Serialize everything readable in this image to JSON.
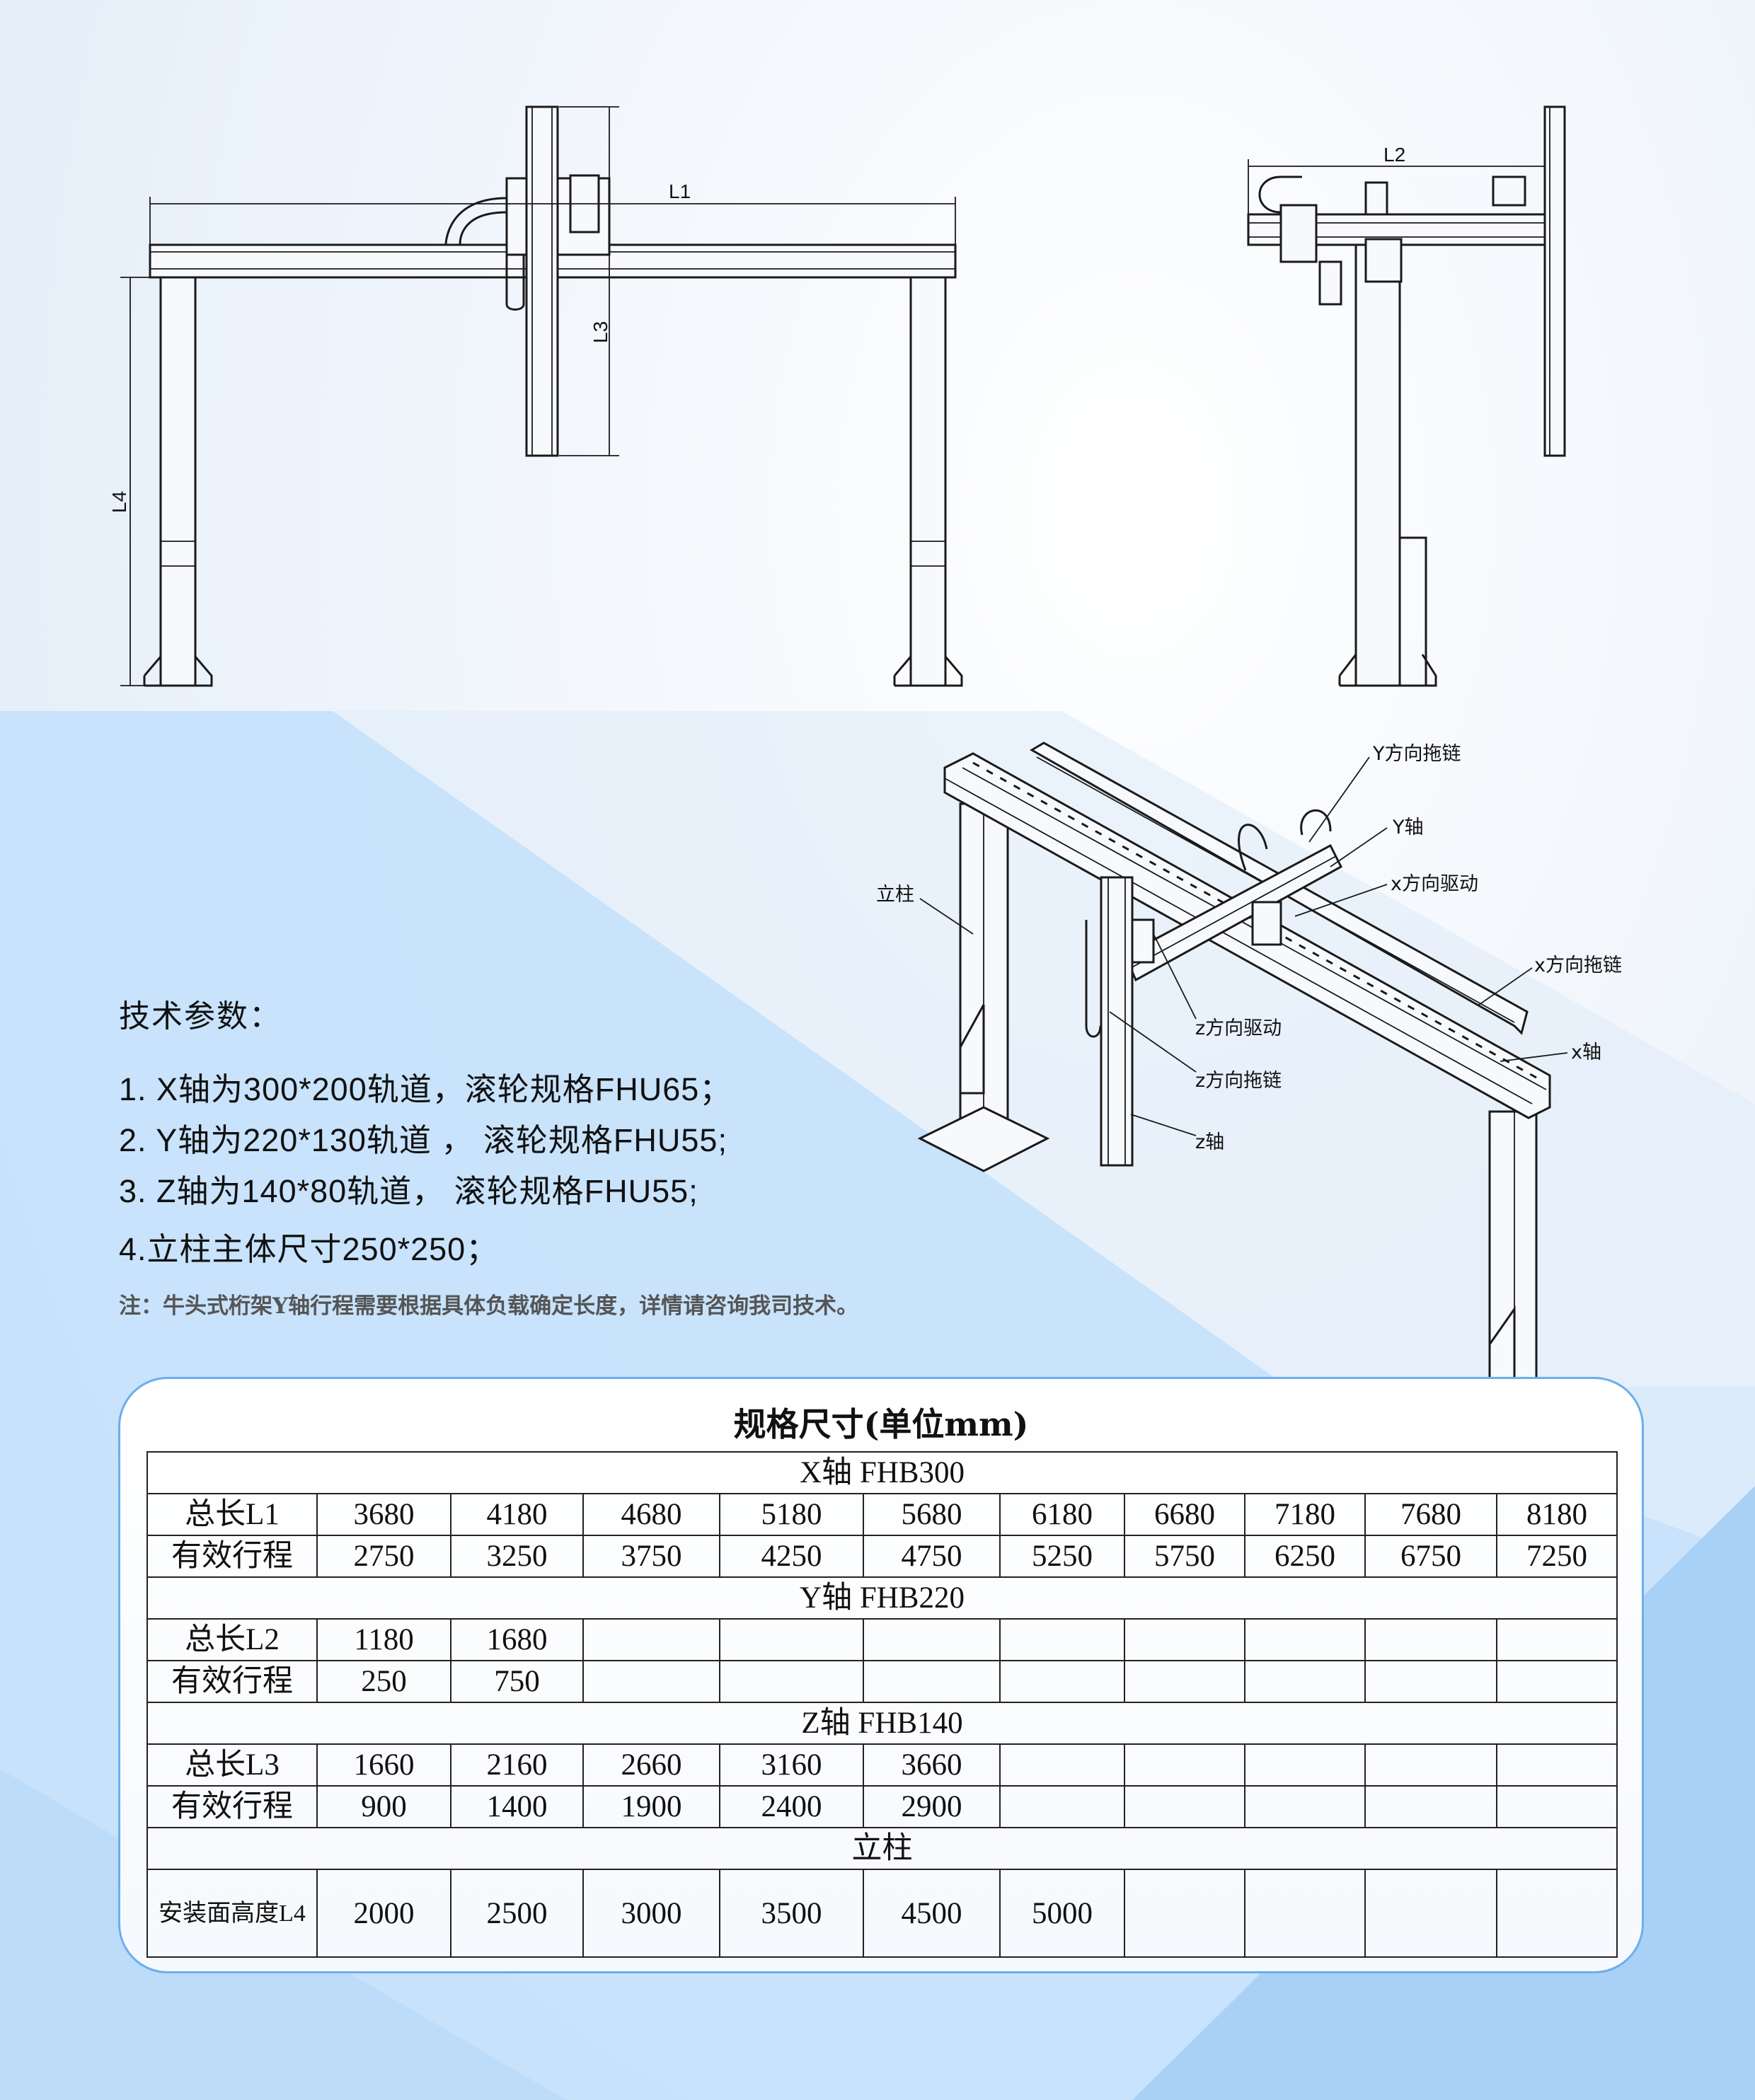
{
  "colors": {
    "accent_border": "#6aaef0",
    "bg_light": "#eef4fb",
    "bg_blue": "#c4e0fb",
    "bg_deep": "#a9d1f6"
  },
  "drawings": {
    "front_view": {
      "dim_L1": "L1",
      "dim_L3": "L3",
      "dim_L4": "L4"
    },
    "side_view": {
      "dim_L2": "L2"
    },
    "iso_view": {
      "callouts": {
        "y_drag_chain": "Y方向拖链",
        "y_axis": "Y轴",
        "x_drive": "x方向驱动",
        "x_drag_chain": "x方向拖链",
        "x_axis": "x轴",
        "z_drive": "z方向驱动",
        "z_drag_chain": "z方向拖链",
        "z_axis": "z轴",
        "column": "立柱"
      }
    }
  },
  "specs": {
    "title": "技术参数：",
    "items": [
      "1. X轴为300*200轨道，滚轮规格FHU65；",
      "2. Y轴为220*130轨道 ， 滚轮规格FHU55;",
      "3. Z轴为140*80轨道， 滚轮规格FHU55;",
      "4.立柱主体尺寸250*250；"
    ],
    "note": "注：牛头式桁架Y轴行程需要根据具体负载确定长度，详情请咨询我司技术。"
  },
  "table": {
    "title": "规格尺寸(单位mm)",
    "sections": [
      {
        "header": "X轴 FHB300",
        "rows": [
          {
            "label": "总长L1",
            "values": [
              "3680",
              "4180",
              "4680",
              "5180",
              "5680",
              "6180",
              "6680",
              "7180",
              "7680",
              "8180"
            ]
          },
          {
            "label": "有效行程",
            "values": [
              "2750",
              "3250",
              "3750",
              "4250",
              "4750",
              "5250",
              "5750",
              "6250",
              "6750",
              "7250"
            ]
          }
        ]
      },
      {
        "header": "Y轴 FHB220",
        "rows": [
          {
            "label": "总长L2",
            "values": [
              "1180",
              "1680"
            ]
          },
          {
            "label": "有效行程",
            "values": [
              "250",
              "750"
            ]
          }
        ]
      },
      {
        "header": "Z轴 FHB140",
        "rows": [
          {
            "label": "总长L3",
            "values": [
              "1660",
              "2160",
              "2660",
              "3160",
              "3660"
            ]
          },
          {
            "label": "有效行程",
            "values": [
              "900",
              "1400",
              "1900",
              "2400",
              "2900"
            ]
          }
        ]
      },
      {
        "header": "立柱",
        "rows": [
          {
            "label": "安装面高度L4",
            "values": [
              "2000",
              "2500",
              "3000",
              "3500",
              "4500",
              "5000"
            ]
          }
        ]
      }
    ]
  }
}
